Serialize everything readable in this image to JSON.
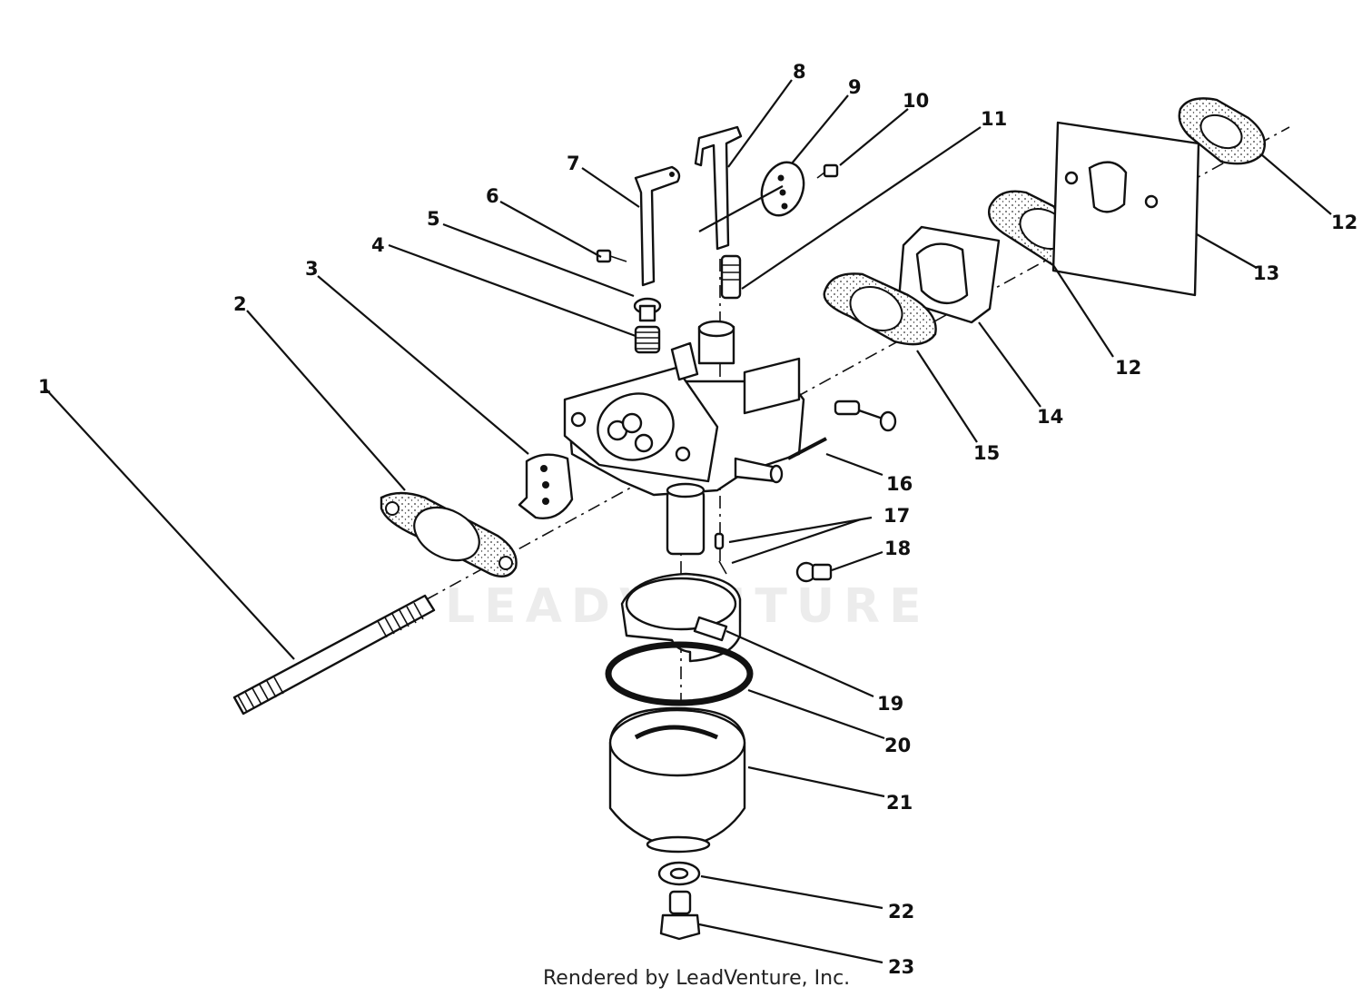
{
  "footer": "Rendered by LeadVenture, Inc.",
  "watermark": "LEADVENTURE",
  "callouts": [
    "1",
    "2",
    "3",
    "4",
    "5",
    "6",
    "7",
    "8",
    "9",
    "10",
    "11",
    "12",
    "13",
    "14",
    "15",
    "16",
    "17",
    "18",
    "19",
    "20",
    "21",
    "22",
    "23"
  ],
  "callout_12_repeat": "12"
}
